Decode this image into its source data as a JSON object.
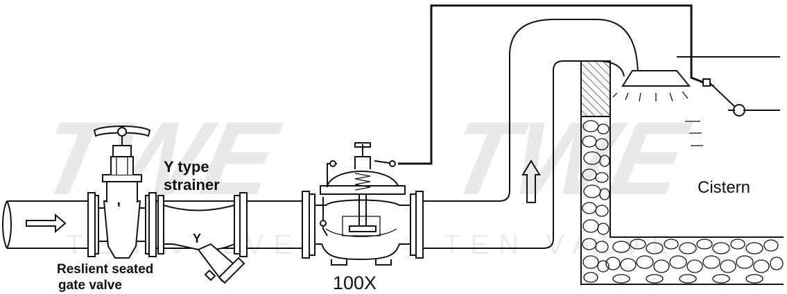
{
  "labels": {
    "y_strainer_line1": "Y type",
    "y_strainer_line2": "strainer",
    "gate_valve_line1": "Reslient seated",
    "gate_valve_line2": "gate valve",
    "control_valve": "100X",
    "cistern": "Cistern"
  },
  "watermark": {
    "logo": "TWE",
    "subtext": "TEN VALVE"
  },
  "icons": {
    "flow_arrow_inlet": "right-arrow-icon",
    "flow_arrow_riser": "up-arrow-icon"
  }
}
